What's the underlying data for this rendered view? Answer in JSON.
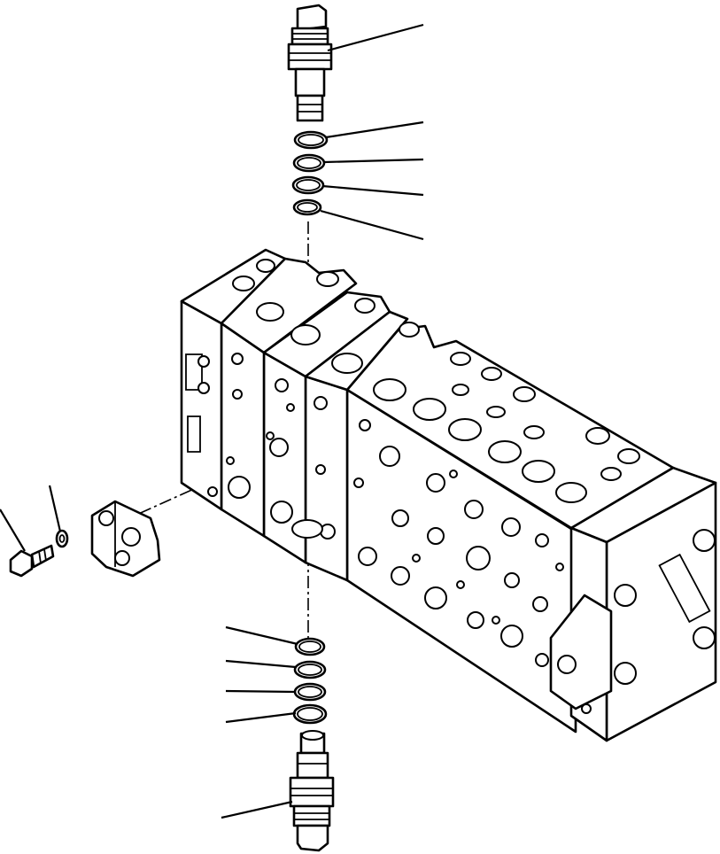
{
  "diagram": {
    "type": "exploded-parts-view",
    "parts": [
      {
        "id": "relief-valve-top",
        "icon": "cartridge-valve-icon"
      },
      {
        "id": "o-ring-top-1",
        "icon": "o-ring-icon"
      },
      {
        "id": "o-ring-top-2",
        "icon": "o-ring-icon"
      },
      {
        "id": "o-ring-top-3",
        "icon": "o-ring-icon"
      },
      {
        "id": "o-ring-top-4",
        "icon": "o-ring-icon"
      },
      {
        "id": "control-valve-block",
        "icon": "valve-block-icon"
      },
      {
        "id": "cover",
        "icon": "cover-icon"
      },
      {
        "id": "washer",
        "icon": "washer-icon"
      },
      {
        "id": "bolt",
        "icon": "bolt-icon"
      },
      {
        "id": "o-ring-bottom-1",
        "icon": "o-ring-icon"
      },
      {
        "id": "o-ring-bottom-2",
        "icon": "o-ring-icon"
      },
      {
        "id": "o-ring-bottom-3",
        "icon": "o-ring-icon"
      },
      {
        "id": "o-ring-bottom-4",
        "icon": "o-ring-icon"
      },
      {
        "id": "relief-valve-bottom",
        "icon": "cartridge-valve-icon"
      }
    ],
    "line_color": "#000000",
    "background": "#ffffff"
  }
}
